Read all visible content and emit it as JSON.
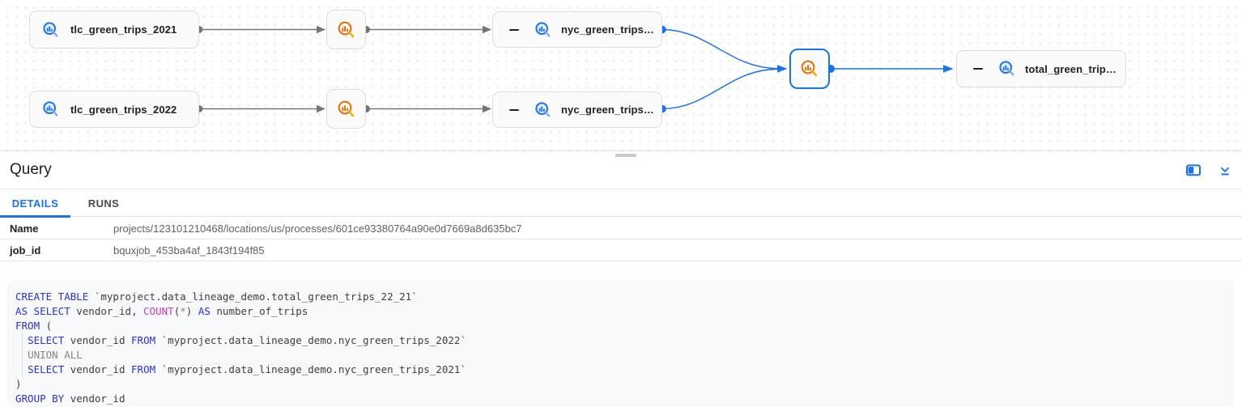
{
  "colors": {
    "accent": "#1a73e8",
    "process_icon_orange": "#e8710a",
    "table_icon_blue": "#1a73e8",
    "edge_gray": "#757575",
    "sql_keyword": "#2d31cf",
    "sql_function": "#cb3ab4",
    "sql_muted": "#80868b",
    "code_background": "#f8f9fa"
  },
  "icons": {
    "table_icon": "bigquery-magnifier-bar-chart-blue",
    "process_icon": "bigquery-magnifier-bar-chart-orange",
    "collapse_node_icon": "minus",
    "open_side_panel_icon": "split-rectangle",
    "collapse_panel_icon": "chevron-down-underline"
  },
  "graph": {
    "nodes": {
      "tlc2021": {
        "label": "tlc_green_trips_2021",
        "type": "table"
      },
      "tlc2022": {
        "label": "tlc_green_trips_2022",
        "type": "table"
      },
      "proc1": {
        "type": "process"
      },
      "proc2": {
        "type": "process"
      },
      "nyc2021": {
        "label": "nyc_green_trips…",
        "type": "table",
        "collapsed": true
      },
      "nyc2022": {
        "label": "nyc_green_trips…",
        "type": "table",
        "collapsed": true
      },
      "selected_proc": {
        "type": "process",
        "selected": true
      },
      "total": {
        "label": "total_green_trip…",
        "type": "table",
        "collapsed": true
      }
    }
  },
  "panel": {
    "title": "Query",
    "tabs": [
      {
        "label": "DETAILS",
        "active": true
      },
      {
        "label": "RUNS",
        "active": false
      }
    ],
    "details": [
      {
        "label": "Name",
        "value": "projects/123101210468/locations/us/processes/601ce93380764a90e0d7669a8d635bc7"
      },
      {
        "label": "job_id",
        "value": "bquxjob_453ba4af_1843f194f85"
      }
    ]
  },
  "sql": {
    "lines": [
      [
        {
          "c": "kw",
          "t": "CREATE TABLE"
        },
        {
          "c": "pl",
          "t": " `myproject.data_lineage_demo.total_green_trips_22_21`"
        }
      ],
      [
        {
          "c": "kw",
          "t": "AS SELECT"
        },
        {
          "c": "pl",
          "t": " vendor_id, "
        },
        {
          "c": "fn",
          "t": "COUNT"
        },
        {
          "c": "pl",
          "t": "("
        },
        {
          "c": "cm",
          "t": "*"
        },
        {
          "c": "pl",
          "t": ") "
        },
        {
          "c": "kw",
          "t": "AS"
        },
        {
          "c": "pl",
          "t": " number_of_trips"
        }
      ],
      [
        {
          "c": "kw",
          "t": "FROM"
        },
        {
          "c": "pl",
          "t": " ("
        }
      ],
      [
        {
          "c": "pl",
          "t": "  "
        },
        {
          "c": "kw",
          "t": "SELECT"
        },
        {
          "c": "pl",
          "t": " vendor_id "
        },
        {
          "c": "kw",
          "t": "FROM"
        },
        {
          "c": "pl",
          "t": " `myproject.data_lineage_demo.nyc_green_trips_2022`"
        }
      ],
      [
        {
          "c": "pl",
          "t": "  "
        },
        {
          "c": "cm",
          "t": "UNION ALL"
        }
      ],
      [
        {
          "c": "pl",
          "t": "  "
        },
        {
          "c": "kw",
          "t": "SELECT"
        },
        {
          "c": "pl",
          "t": " vendor_id "
        },
        {
          "c": "kw",
          "t": "FROM"
        },
        {
          "c": "pl",
          "t": " `myproject.data_lineage_demo.nyc_green_trips_2021`"
        }
      ],
      [
        {
          "c": "pl",
          "t": ")"
        }
      ],
      [
        {
          "c": "kw",
          "t": "GROUP BY"
        },
        {
          "c": "pl",
          "t": " vendor_id"
        }
      ]
    ]
  }
}
